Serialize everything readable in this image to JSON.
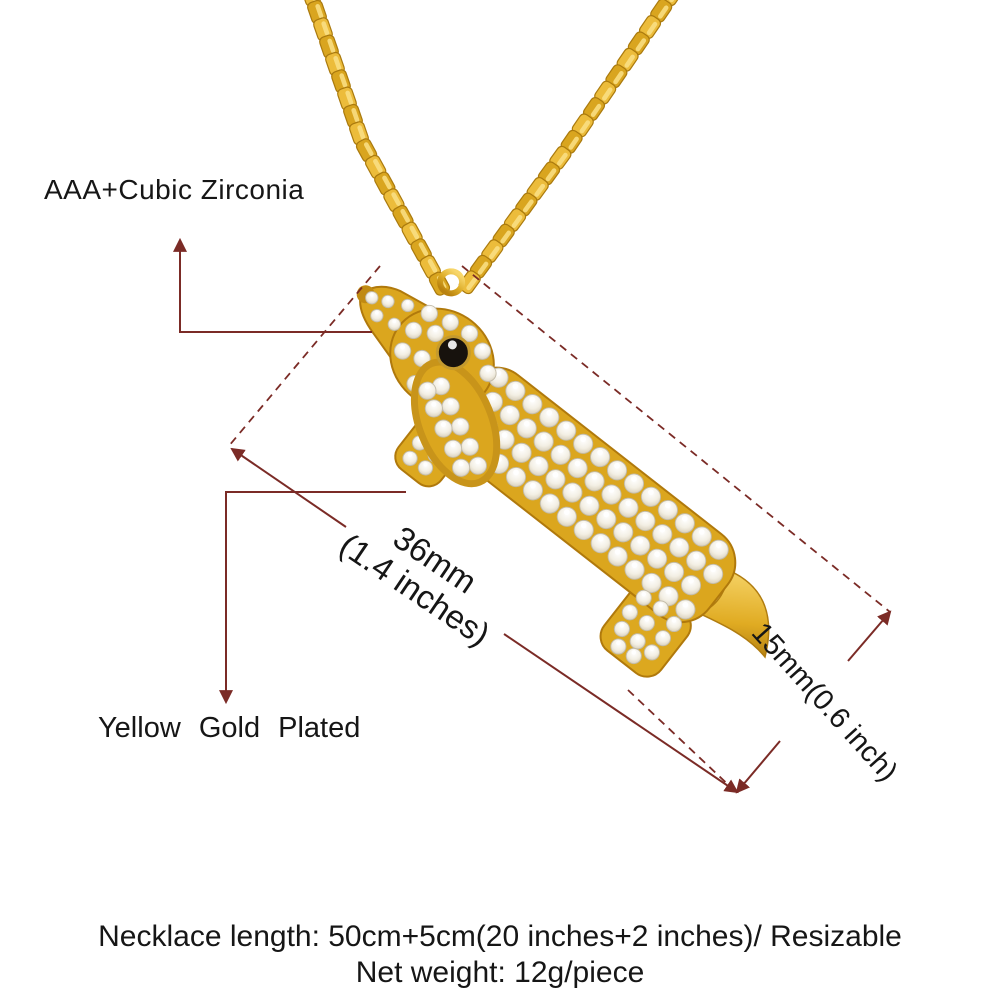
{
  "colors": {
    "background": "#ffffff",
    "gold": "#dba61e",
    "gold_light": "#f8dc7a",
    "gold_dark": "#b0790c",
    "crystal": "#f6f2e9",
    "eye_black": "#17120d",
    "annotation_line": "#7b2b26",
    "text": "#161616"
  },
  "annotations": {
    "material": {
      "label": "AAA+Cubic Zirconia"
    },
    "plating": {
      "label": "Yellow Gold Plated"
    },
    "length_dimension": {
      "value": "36mm",
      "inches": "(1.4 inches)"
    },
    "width_dimension": {
      "label": "15mm(0.6 inch)"
    }
  },
  "specs_footer": {
    "necklace_length": "Necklace length: 50cm+5cm(20 inches+2 inches)/ Resizable",
    "net_weight": "Net weight: 12g/piece"
  },
  "illustration": {
    "subject": "dachshund-dog-pendant-necklace",
    "chain_style": "gold-bar-link-chain",
    "stones": "cubic-zirconia-pave"
  }
}
